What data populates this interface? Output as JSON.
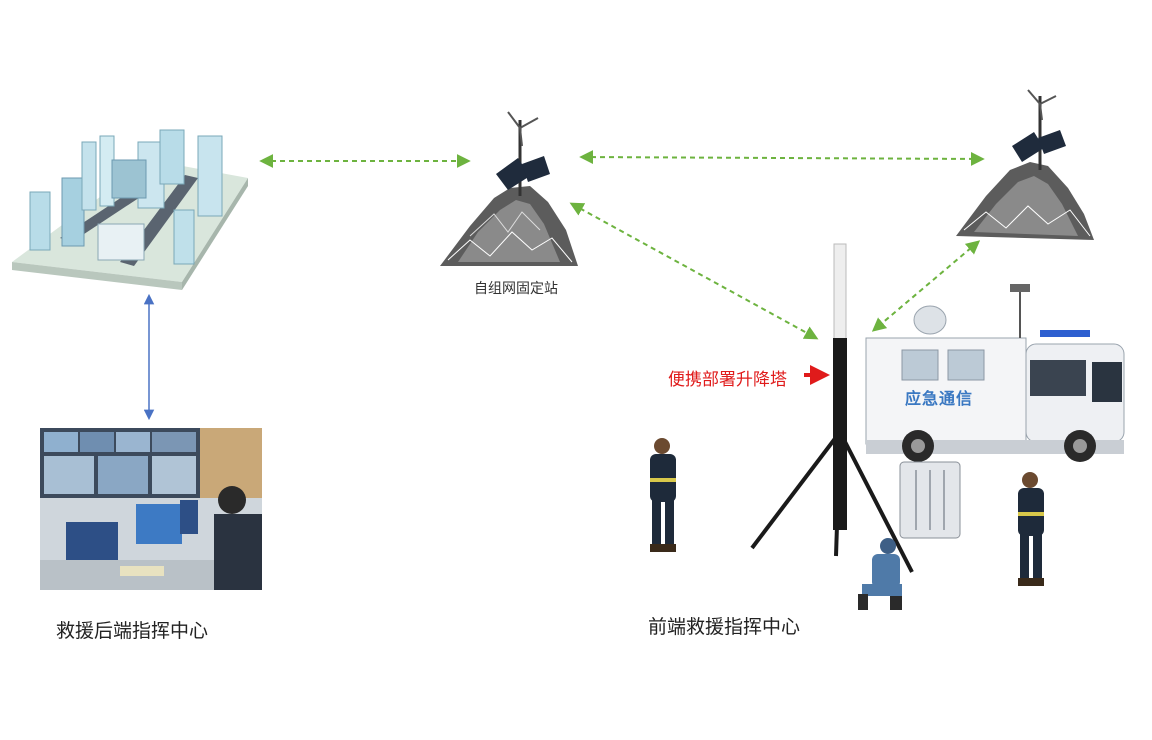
{
  "labels": {
    "station": "自组网固定站",
    "tower": "便携部署升降塔",
    "back_center": "救援后端指挥中心",
    "front_center": "前端救援指挥中心",
    "van": "应急通信"
  },
  "colors": {
    "link_wireless": "#6db33f",
    "link_wired": "#4a72c4",
    "tower_label": "#e01b1b",
    "van_text": "#3a78c2"
  }
}
